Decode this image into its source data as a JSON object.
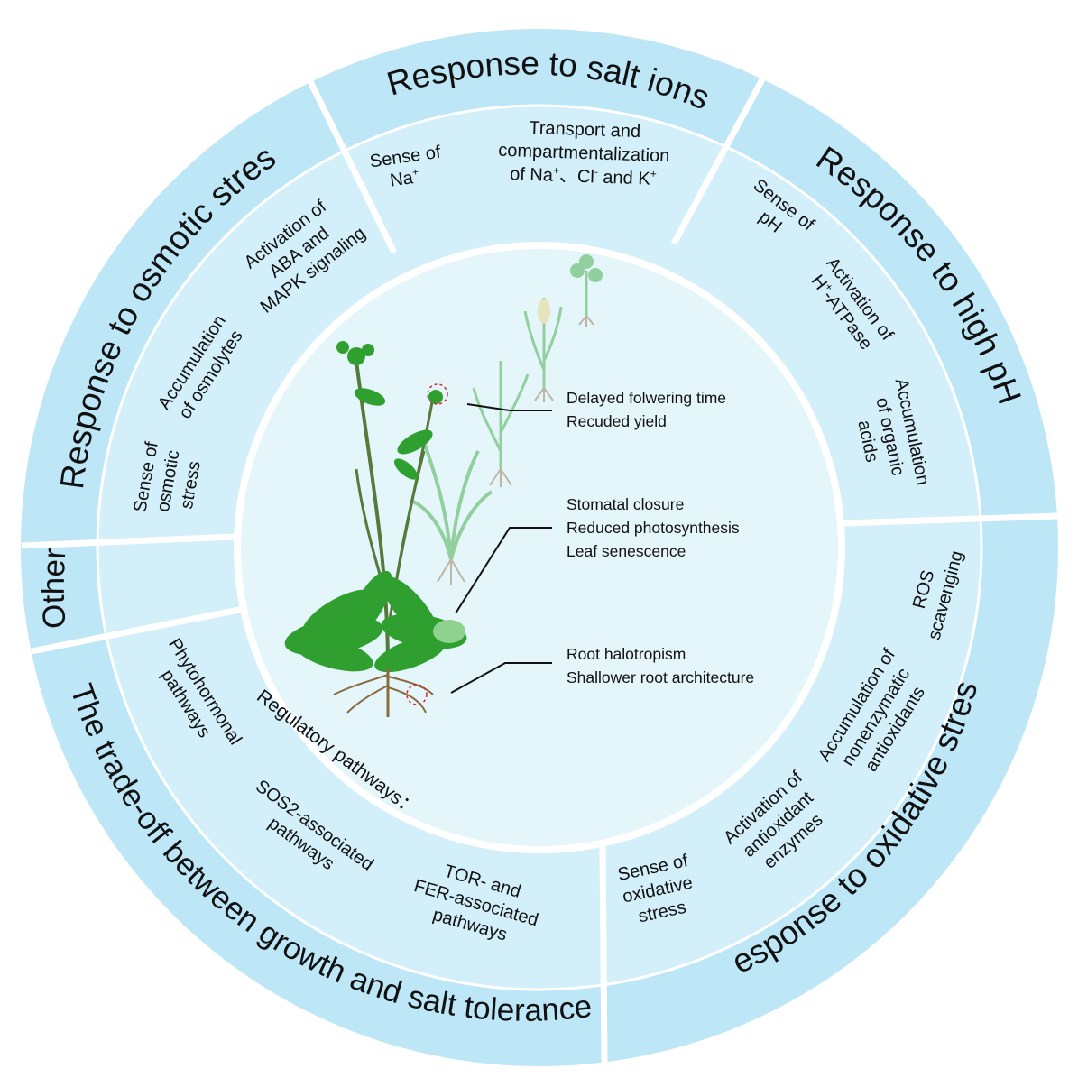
{
  "colors": {
    "outer_ring": "#bde6f7",
    "middle_ring": "#d3eff9",
    "inner_disc": "#e5f6fb",
    "divider": "#ffffff",
    "leaf": "#2fa02f",
    "leaf_light": "#8fd18f",
    "stem": "#557a3a",
    "root": "#8a6b3d",
    "highlight": "#d9232d",
    "leader": "#111111"
  },
  "outer": {
    "salt_ions": "Response to salt ions",
    "high_ph": "Response to high pH",
    "oxidative": "Response to oxidative stress",
    "tradeoff": "The trade-off between growth and salt tolerance",
    "other": "Other",
    "osmotic": "Response to osmotic stress"
  },
  "middle": {
    "salt": {
      "sense_l1": "Sense of",
      "sense_l2": "Na",
      "sense_sup": "+",
      "transport_l1": "Transport and",
      "transport_l2": "compartmentalization",
      "transport_l3a": "of Na",
      "transport_l3b": "+",
      "transport_l3c": "、Cl",
      "transport_l3d": "-",
      "transport_l3e": " and K",
      "transport_l3f": "+"
    },
    "ph": {
      "sense_l1": "Sense of",
      "sense_l2": "pH",
      "act_l1": "Activation of",
      "act_l2a": "H",
      "act_l2b": "+",
      "act_l2c": "-ATPase",
      "acc_l1": "Accumulation",
      "acc_l2": "of organic",
      "acc_l3": "acids"
    },
    "oxidative": {
      "ros_l1": "ROS",
      "ros_l2": "scavenging",
      "acc_l1": "Accumulation of",
      "acc_l2": "nonenzymatic",
      "acc_l3": "antioxidants",
      "act_l1": "Activation of",
      "act_l2": "antioxidant",
      "act_l3": "enzymes",
      "sense_l1": "Sense of",
      "sense_l2": "oxidative",
      "sense_l3": "stress"
    },
    "tradeoff": {
      "phyto_l1": "Phytohormonal",
      "phyto_l2": "pathways",
      "reg": "Regulatory pathways：",
      "sos_l1": "SOS2-associated",
      "sos_l2": "pathways",
      "tor_l1": "TOR- and",
      "tor_l2": "FER-associated",
      "tor_l3": "pathways"
    },
    "osmotic": {
      "act_l1": "Activation of",
      "act_l2": "ABA and",
      "act_l3": "MAPK signaling",
      "acc_l1": "Accumulation",
      "acc_l2": "of osmolytes",
      "sense_l1": "Sense of",
      "sense_l2": "osmotic",
      "sense_l3": "stress"
    }
  },
  "center": {
    "flowering": [
      "Delayed folwering time",
      "Recuded yield"
    ],
    "leaf": [
      "Stomatal closure",
      "Reduced photosynthesis",
      "Leaf senescence"
    ],
    "root": [
      "Root halotropism",
      "Shallower root architecture"
    ]
  }
}
